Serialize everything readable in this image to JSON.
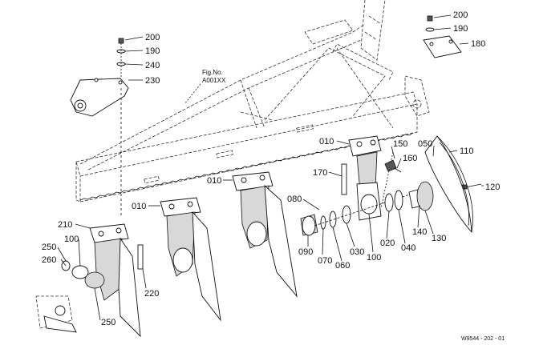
{
  "figure": {
    "fig_no_label": "Fig.No.",
    "fig_no_value": "A001XX",
    "drawing_code": "W9544 - 202 - 01"
  },
  "callouts": {
    "c200_top_left": "200",
    "c190_top_left": "190",
    "c240": "240",
    "c230": "230",
    "c200_top_right": "200",
    "c190_top_right": "190",
    "c180": "180",
    "c010_right": "010",
    "c150": "150",
    "c160": "160",
    "c050": "050",
    "c110": "110",
    "c170": "170",
    "c120": "120",
    "c010_mid_right": "010",
    "c010_mid_left": "010",
    "c080": "080",
    "c210": "210",
    "c100_left": "100",
    "c250_top": "250",
    "c260": "260",
    "c220": "220",
    "c090": "090",
    "c070": "070",
    "c060": "060",
    "c030": "030",
    "c100_right": "100",
    "c020": "020",
    "c040": "040",
    "c140": "140",
    "c130": "130",
    "c250_bottom": "250"
  }
}
